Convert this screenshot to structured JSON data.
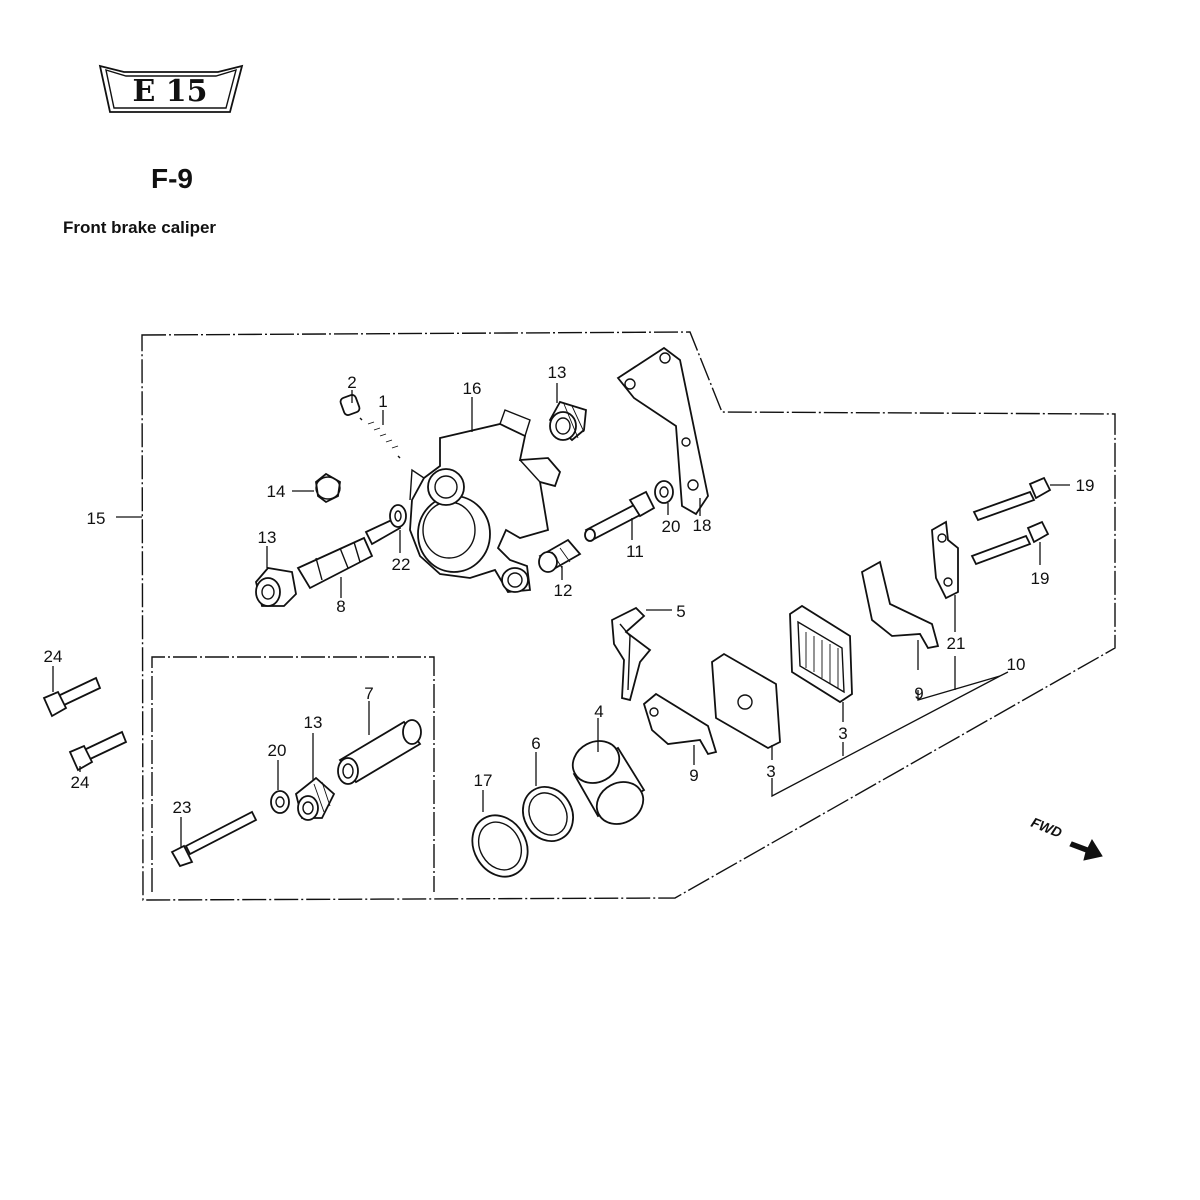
{
  "header": {
    "section_badge": "E 15",
    "diagram_code": "F-9",
    "title": "Front brake caliper"
  },
  "direction_label": "FWD",
  "parts": [
    {
      "id": "p1",
      "number": "1"
    },
    {
      "id": "p2",
      "number": "2"
    },
    {
      "id": "p16",
      "number": "16"
    },
    {
      "id": "p13a",
      "number": "13"
    },
    {
      "id": "p14",
      "number": "14"
    },
    {
      "id": "p15",
      "number": "15"
    },
    {
      "id": "p13b",
      "number": "13"
    },
    {
      "id": "p22",
      "number": "22"
    },
    {
      "id": "p8",
      "number": "8"
    },
    {
      "id": "p20a",
      "number": "20"
    },
    {
      "id": "p18",
      "number": "18"
    },
    {
      "id": "p11",
      "number": "11"
    },
    {
      "id": "p12",
      "number": "12"
    },
    {
      "id": "p19a",
      "number": "19"
    },
    {
      "id": "p19b",
      "number": "19"
    },
    {
      "id": "p21",
      "number": "21"
    },
    {
      "id": "p10",
      "number": "10"
    },
    {
      "id": "p5",
      "number": "5"
    },
    {
      "id": "p9a",
      "number": "9"
    },
    {
      "id": "p3a",
      "number": "3"
    },
    {
      "id": "p3b",
      "number": "3"
    },
    {
      "id": "p9b",
      "number": "9"
    },
    {
      "id": "p4",
      "number": "4"
    },
    {
      "id": "p6",
      "number": "6"
    },
    {
      "id": "p17",
      "number": "17"
    },
    {
      "id": "p7",
      "number": "7"
    },
    {
      "id": "p13c",
      "number": "13"
    },
    {
      "id": "p20b",
      "number": "20"
    },
    {
      "id": "p23",
      "number": "23"
    },
    {
      "id": "p24a",
      "number": "24"
    },
    {
      "id": "p24b",
      "number": "24"
    }
  ]
}
